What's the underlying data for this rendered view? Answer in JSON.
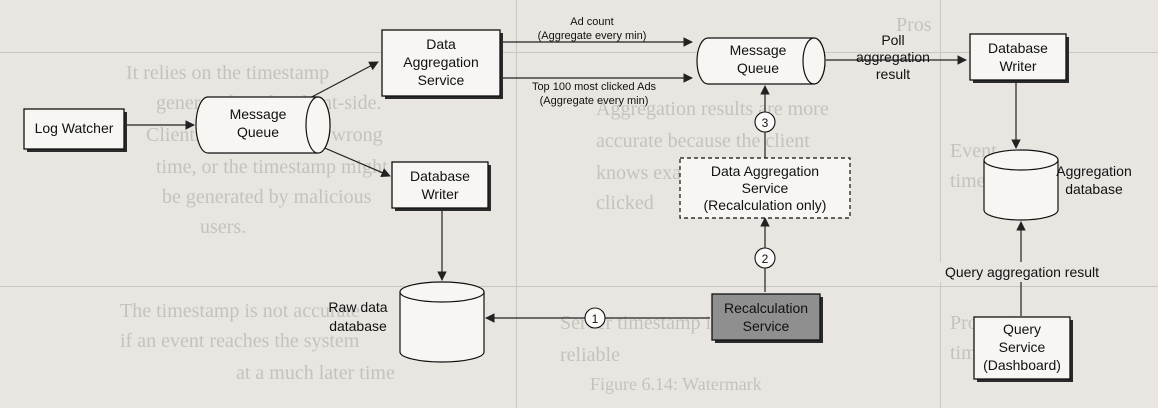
{
  "nodes": {
    "log_watcher": "Log Watcher",
    "message_queue_1": [
      "Message",
      "Queue"
    ],
    "data_aggregation_service": [
      "Data",
      "Aggregation",
      "Service"
    ],
    "database_writer_1": [
      "Database",
      "Writer"
    ],
    "raw_data_database": [
      "Raw data",
      "database"
    ],
    "message_queue_2": [
      "Message",
      "Queue"
    ],
    "database_writer_2": [
      "Database",
      "Writer"
    ],
    "aggregation_database": [
      "Aggregation",
      "database"
    ],
    "recalc_aggregation_service": [
      "Data Aggregation",
      "Service",
      "(Recalculation only)"
    ],
    "recalculation_service": [
      "Recalculation",
      "Service"
    ],
    "query_service": [
      "Query",
      "Service",
      "(Dashboard)"
    ]
  },
  "edge_labels": {
    "ad_count": [
      "Ad count",
      "(Aggregate every min)"
    ],
    "top_100": [
      "Top 100 most clicked Ads",
      "(Aggregate every min)"
    ],
    "poll": [
      "Poll",
      "aggregation",
      "result"
    ],
    "query_result": "Query aggregation result"
  },
  "steps": [
    "1",
    "2",
    "3"
  ],
  "background_text": {
    "col_header": "Pros",
    "line1": "It relies on the timestamp",
    "line2": "generated on the client-side.",
    "line3": "Clients might have the wrong",
    "line4": "time, or the timestamp might",
    "line5": "be generated by malicious",
    "line6": "users.",
    "line7": "Aggregation results are more",
    "line8": "accurate because the client",
    "line9": "knows exactly when an ad is",
    "line10": "clicked",
    "line11": "The timestamp is not accurate",
    "line12": "if an event reaches the system",
    "line13": "at a much later time",
    "line14": "Server timestamp is more",
    "line15": "reliable",
    "row_event": "Event",
    "row_time": "time",
    "row_processing": "Processing",
    "row_time2": "time",
    "caption": "Figure 6.14: Watermark"
  }
}
